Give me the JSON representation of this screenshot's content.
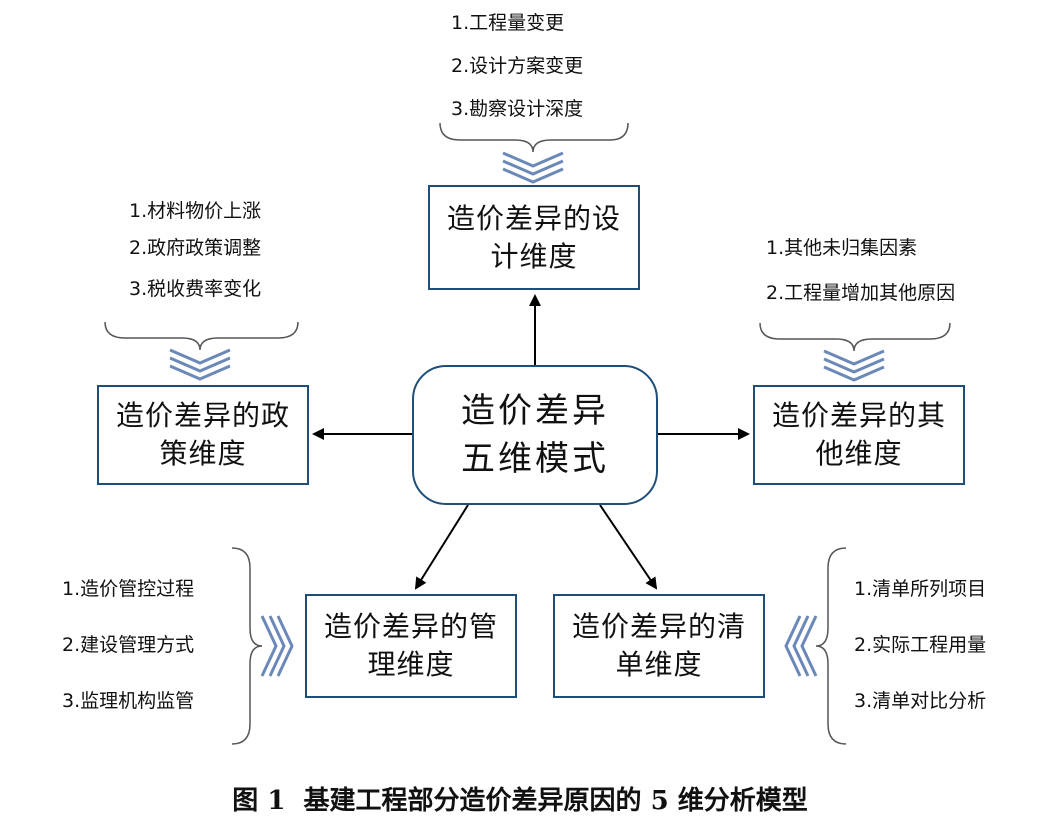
{
  "center": {
    "line1": "造价差异",
    "line2": "五维模式"
  },
  "dimensions": {
    "design": {
      "line1": "造价差异的设",
      "line2": "计维度",
      "factors": [
        "1.工程量变更",
        "2.设计方案变更",
        "3.勘察设计深度"
      ]
    },
    "policy": {
      "line1": "造价差异的政",
      "line2": "策维度",
      "factors": [
        "1.材料物价上涨",
        "2.政府政策调整",
        "3.税收费率变化"
      ]
    },
    "other": {
      "line1": "造价差异的其",
      "line2": "他维度",
      "factors": [
        "1.其他未归集因素",
        "2.工程量增加其他原因"
      ]
    },
    "management": {
      "line1": "造价差异的管",
      "line2": "理维度",
      "factors": [
        "1.造价管控过程",
        "2.建设管理方式",
        "3.监理机构监管"
      ]
    },
    "bill": {
      "line1": "造价差异的清",
      "line2": "单维度",
      "factors": [
        "1.清单所列项目",
        "2.实际工程用量",
        "3.清单对比分析"
      ]
    }
  },
  "caption": {
    "label": "图 1",
    "text": "基建工程部分造价差异原因的 5 维分析模型"
  }
}
